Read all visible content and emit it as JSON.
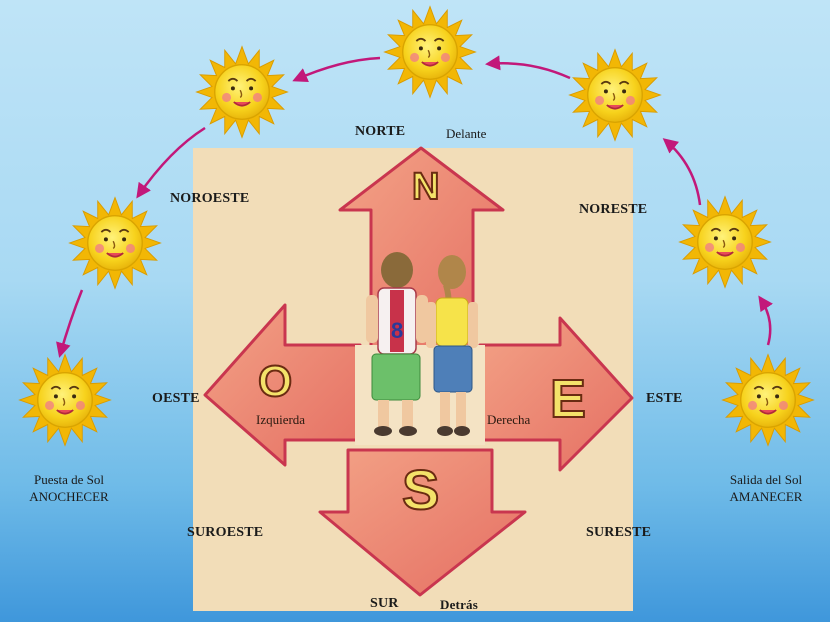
{
  "directions": {
    "north": "NORTE",
    "south": "SUR",
    "east": "ESTE",
    "west": "OESTE",
    "northeast": "NORESTE",
    "northwest": "NOROESTE",
    "southeast": "SURESTE",
    "southwest": "SUROESTE"
  },
  "relative": {
    "front": "Delante",
    "back": "Detrás",
    "left": "Izquierda",
    "right": "Derecha"
  },
  "letters": {
    "north": "N",
    "south": "S",
    "east": "E",
    "west": "O"
  },
  "shirt_number": "8",
  "sunset": {
    "line1": "Puesta de Sol",
    "line2": "ANOCHECER"
  },
  "sunrise": {
    "line1": "Salida del Sol",
    "line2": "AMANECER"
  },
  "colors": {
    "arrow_fill": "#ef8a6e",
    "arrow_edge": "#c9364f",
    "square_bg": "#f2ddb8",
    "sun_yellow": "#f7d21c",
    "sun_ray": "#f2b705",
    "path_arrow": "#c2187a"
  },
  "icons": [
    "sun-icon",
    "boy-figure",
    "girl-figure",
    "compass-arrow"
  ]
}
